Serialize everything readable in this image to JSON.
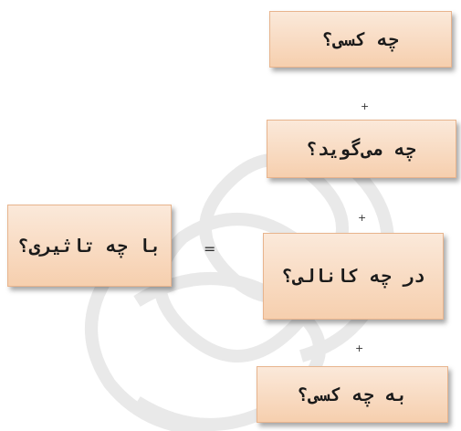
{
  "boxes": {
    "who": "چه کسی؟",
    "says_what": "چه می‌گوید؟",
    "channel": "در چه کانالی؟",
    "to_whom": "به چه کسی؟",
    "effect": "با چه تاثیری؟"
  },
  "operators": {
    "plus_1": "+",
    "plus_2": "+",
    "plus_3": "+",
    "equals": "="
  },
  "colors": {
    "box_top": "#fbe9da",
    "box_bottom": "#f6cfae",
    "watermark": "#ececec"
  }
}
